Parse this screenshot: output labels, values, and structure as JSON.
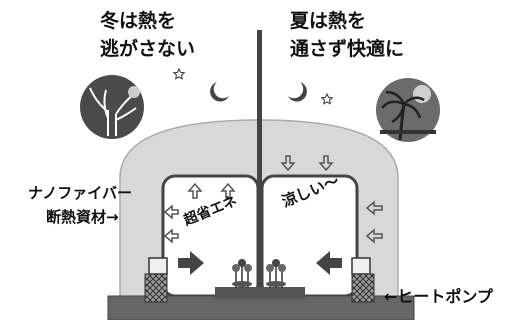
{
  "winter": {
    "line1": "冬は熱を",
    "line2": "逃がさない"
  },
  "summer": {
    "line1": "夏は熱を",
    "line2": "通さず快適に"
  },
  "insulation": {
    "line1": "ナノファイバー",
    "line2": "断熱資材→"
  },
  "left_room": "超省エネ",
  "right_room": "涼しい～",
  "heat_pump": "←ヒートポンプ",
  "icons": {
    "moon_left": "crescent-moon-icon",
    "moon_right": "crescent-moon-icon",
    "star_left": "star-icon",
    "star_right": "star-icon",
    "winter_tree": "bare-tree-night-icon",
    "summer_palm": "palm-tree-sun-icon",
    "plant_left": "potted-flower-icon",
    "plant_right": "potted-flower-icon"
  }
}
